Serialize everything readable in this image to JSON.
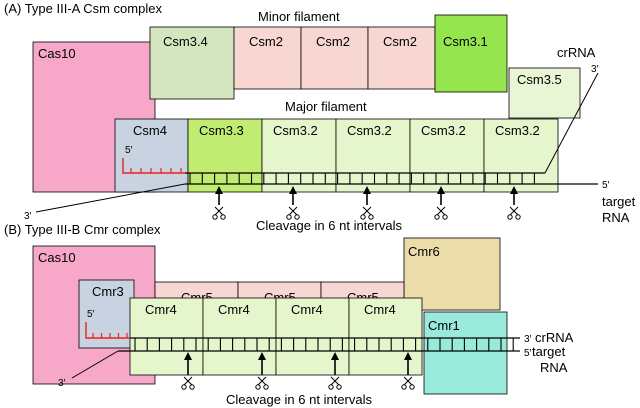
{
  "panelA": {
    "title": "(A)  Type III-A Csm complex",
    "minor_filament": "Minor filament",
    "major_filament": "Major filament",
    "cas10": "Cas10",
    "csm34": "Csm3.4",
    "minor_csm2": [
      "Csm2",
      "Csm2",
      "Csm2"
    ],
    "csm31": "Csm3.1",
    "csm35": "Csm3.5",
    "crrna": "crRNA",
    "prime3_top": "3′",
    "csm4": "Csm4",
    "prime5_csm4": "5′",
    "major": [
      "Csm3.3",
      "Csm3.2",
      "Csm3.2",
      "Csm3.2",
      "Csm3.2"
    ],
    "target_5prime": "5′",
    "target_3prime": "3′",
    "target_label_1": "target",
    "target_label_2": "RNA",
    "cleavage": "Cleavage in 6 nt intervals"
  },
  "panelB": {
    "title": "(B)  Type III-B Cmr complex",
    "cas10": "Cas10",
    "cmr6": "Cmr6",
    "cmr5": [
      "Cmr5",
      "Cmr5",
      "Cmr5"
    ],
    "cmr3": "Cmr3",
    "prime5_cmr3": "5′",
    "cmr4": [
      "Cmr4",
      "Cmr4",
      "Cmr4",
      "Cmr4"
    ],
    "cmr1": "Cmr1",
    "crrna_3prime": "3′",
    "crrna": "crRNA",
    "target_5prime": "5′",
    "target_label_1": "target",
    "target_label_2": "RNA",
    "target_3prime": "3′",
    "cleavage": "Cleavage in 6 nt intervals"
  },
  "colors": {
    "cas10": "#f7a7c8",
    "csm34": "#d4e6c0",
    "csm2": "#f8d6d2",
    "csm31": "#95e64e",
    "csm35": "#e9f6d6",
    "csm4": "#c8d2e0",
    "csm33": "#c0ec72",
    "csm32": "#e6f6cc",
    "cmr6": "#ecdcaa",
    "cmr5": "#f8d6d2",
    "cmr3": "#c8d2e0",
    "cmr4": "#e6f6cc",
    "cmr1": "#9aeadb",
    "red": "#e8231f"
  },
  "icons": [
    "scissors-icon",
    "cleavage-arrow"
  ]
}
